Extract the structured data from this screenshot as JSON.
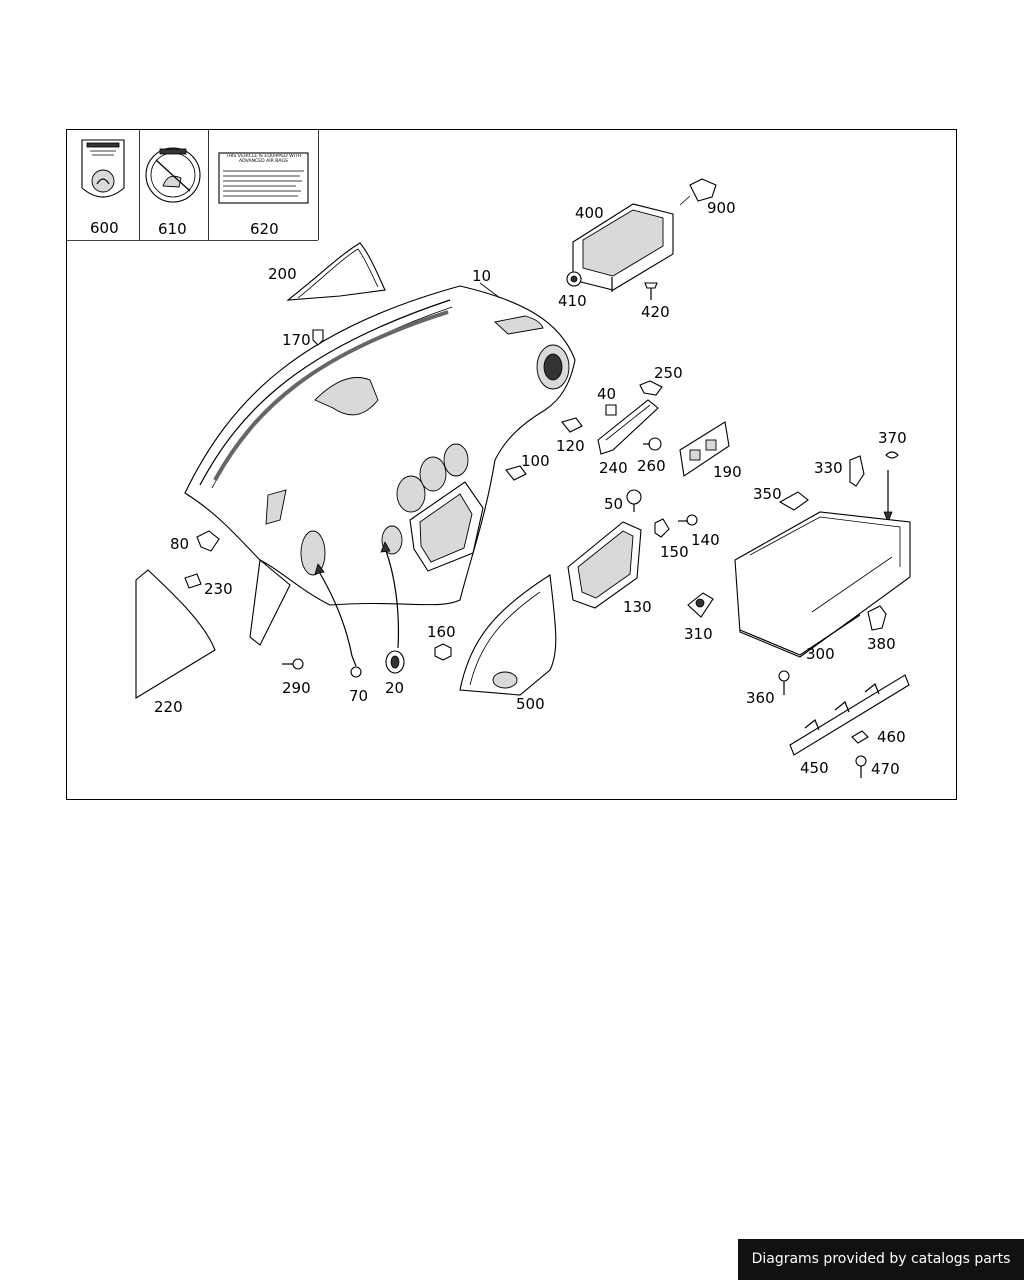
{
  "label_boxes": [
    {
      "number": "600"
    },
    {
      "number": "610"
    },
    {
      "number": "620",
      "sticker_title": "THIS VEHICLE IS EQUIPPED WITH ADVANCED AIR BAGS"
    }
  ],
  "callouts": {
    "p10": "10",
    "p20": "20",
    "p40": "40",
    "p50": "50",
    "p70": "70",
    "p80": "80",
    "p100": "100",
    "p120": "120",
    "p130": "130",
    "p140": "140",
    "p150": "150",
    "p160": "160",
    "p170": "170",
    "p190": "190",
    "p200": "200",
    "p220": "220",
    "p230": "230",
    "p240": "240",
    "p250": "250",
    "p260": "260",
    "p290": "290",
    "p300": "300",
    "p310": "310",
    "p330": "330",
    "p350": "350",
    "p360": "360",
    "p370": "370",
    "p380": "380",
    "p400": "400",
    "p410": "410",
    "p420": "420",
    "p450": "450",
    "p460": "460",
    "p470": "470",
    "p500": "500",
    "p900": "900"
  },
  "footer": {
    "text": "Diagrams provided by catalogs parts"
  }
}
